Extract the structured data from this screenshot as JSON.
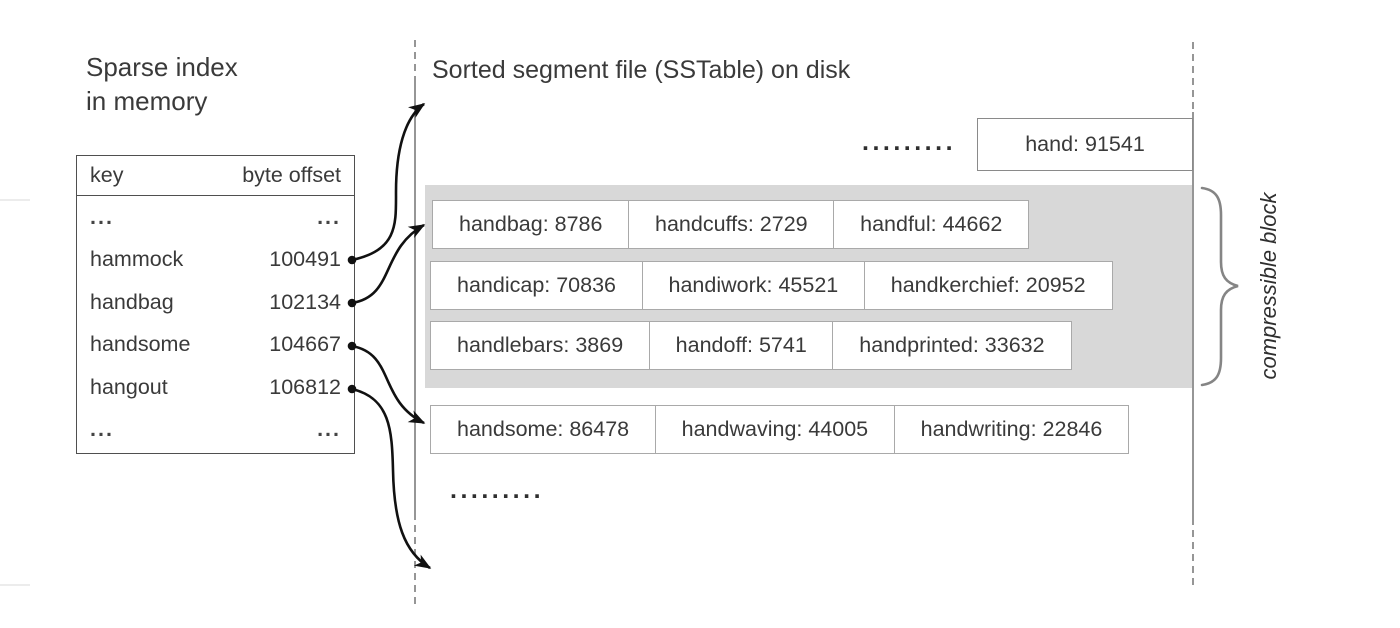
{
  "sparse_index": {
    "title_line1": "Sparse index",
    "title_line2": "in memory",
    "col_key": "key",
    "col_offset": "byte offset",
    "rows": [
      {
        "key": "...",
        "offset": "..."
      },
      {
        "key": "hammock",
        "offset": "100491"
      },
      {
        "key": "handbag",
        "offset": "102134"
      },
      {
        "key": "handsome",
        "offset": "104667"
      },
      {
        "key": "hangout",
        "offset": "106812"
      },
      {
        "key": "...",
        "offset": "..."
      }
    ]
  },
  "sstable": {
    "title": "Sorted segment file (SSTable) on disk",
    "ellipsis_top": ".........",
    "hand_box": "hand: 91541",
    "block_rows": [
      [
        "handbag: 8786",
        "handcuffs: 2729",
        "handful: 44662"
      ],
      [
        "handicap: 70836",
        "handiwork: 45521",
        "handkerchief: 20952"
      ],
      [
        "handlebars: 3869",
        "handoff: 5741",
        "handprinted: 33632"
      ]
    ],
    "row_after": [
      "handsome: 86478",
      "handwaving: 44005",
      "handwriting: 22846"
    ],
    "ellipsis_bottom": "........."
  },
  "labels": {
    "compressible_block": "compressible block"
  },
  "colors": {
    "block_bg": "#d8d8d8",
    "cell_border": "#a9a9a9",
    "boundary_line": "#8a8a8a",
    "brace": "#858585",
    "arrow": "#111111",
    "text": "#3a3a3a"
  }
}
